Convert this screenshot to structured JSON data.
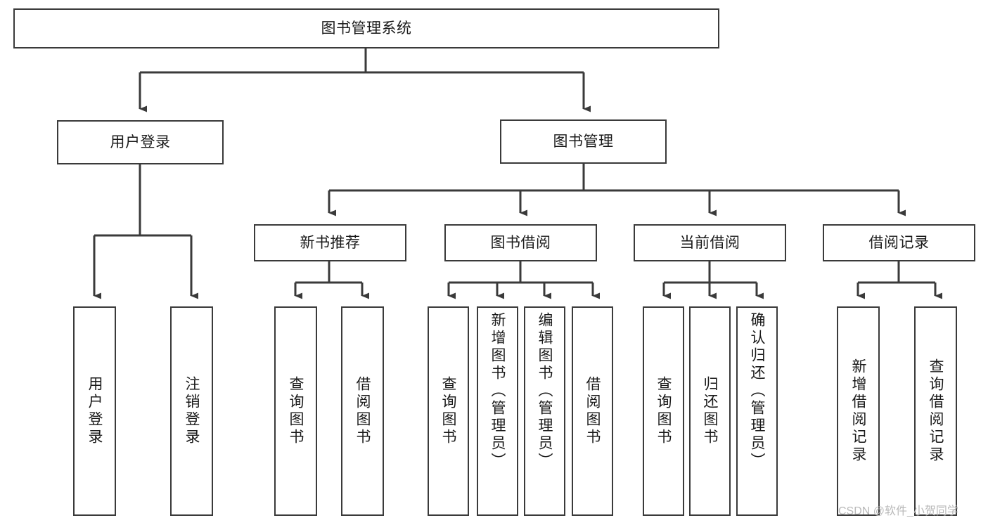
{
  "diagram": {
    "type": "hierarchy-tree",
    "title": "图书管理系统",
    "watermark": "CSDN @软件_小贺同学",
    "colors": {
      "box_border": "#3a3a3a",
      "box_fill": "#ffffff",
      "connector": "#3a3a3a",
      "text": "#1a1a1a",
      "watermark": "#b9b9b9"
    },
    "root": {
      "label": "图书管理系统"
    },
    "level2": [
      {
        "label": "用户登录"
      },
      {
        "label": "图书管理"
      }
    ],
    "level3": [
      {
        "label": "新书推荐"
      },
      {
        "label": "图书借阅"
      },
      {
        "label": "当前借阅"
      },
      {
        "label": "借阅记录"
      }
    ],
    "leaves": {
      "user_login": [
        {
          "label": "用户登录"
        },
        {
          "label": "注销登录"
        }
      ],
      "new_book_recommend": [
        {
          "label": "查询图书"
        },
        {
          "label": "借阅图书"
        }
      ],
      "book_borrow": [
        {
          "label": "查询图书"
        },
        {
          "label": "新增图书（管理员）"
        },
        {
          "label": "编辑图书（管理员）"
        },
        {
          "label": "借阅图书"
        }
      ],
      "current_borrow": [
        {
          "label": "查询图书"
        },
        {
          "label": "归还图书"
        },
        {
          "label": "确认归还（管理员）"
        }
      ],
      "borrow_record": [
        {
          "label": "新增借阅记录"
        },
        {
          "label": "查询借阅记录"
        }
      ]
    }
  }
}
